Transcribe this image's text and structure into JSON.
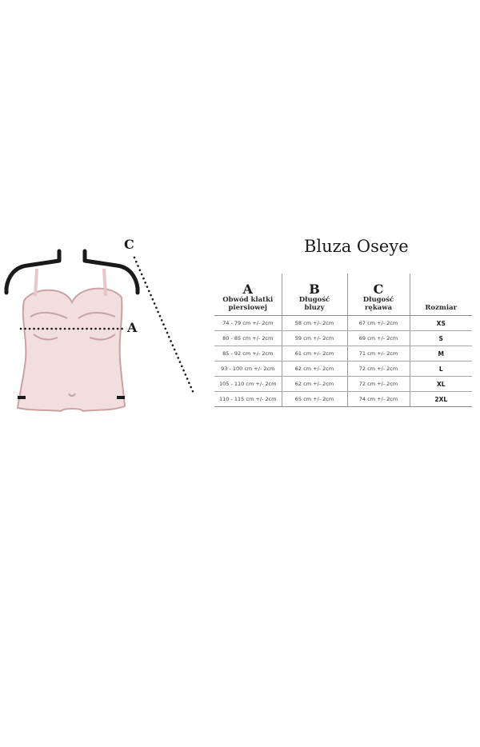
{
  "figure": {
    "label_c": "C",
    "label_a": "A"
  },
  "title": "Bluza Oseye",
  "table": {
    "headers": [
      {
        "letter": "A",
        "text_lines": [
          "Obwód klatki",
          "piersiowej"
        ]
      },
      {
        "letter": "B",
        "text_lines": [
          "Długość",
          "bluzy"
        ]
      },
      {
        "letter": "C",
        "text_lines": [
          "Długość",
          "rękawa"
        ]
      },
      {
        "letter": "",
        "text_lines": [
          "Rozmiar"
        ]
      }
    ],
    "rows": [
      [
        "74 - 79 cm +/- 2cm",
        "58 cm +/- 2cm",
        "67 cm +/- 2cm",
        "XS"
      ],
      [
        "80 - 85 cm +/- 2cm",
        "59 cm +/- 2cm",
        "69 cm +/- 2cm",
        "S"
      ],
      [
        "85 - 92 cm +/- 2cm",
        "61 cm +/- 2cm",
        "71 cm +/- 2cm",
        "M"
      ],
      [
        "93 - 100 cm +/- 2cm",
        "62 cm +/- 2cm",
        "72 cm +/- 2cm",
        "L"
      ],
      [
        "105 - 110 cm +/- 2cm",
        "62 cm +/- 2cm",
        "72 cm +/- 2cm",
        "XL"
      ],
      [
        "110 - 115 cm +/- 2cm",
        "65 cm +/- 2cm",
        "74 cm +/- 2cm",
        "2XL"
      ]
    ]
  },
  "colors": {
    "body_fill": "#f2dedd",
    "body_outline": "#c9a3a3",
    "strap_dark": "#1a1a1a",
    "dotted": "#1a1a1a"
  }
}
